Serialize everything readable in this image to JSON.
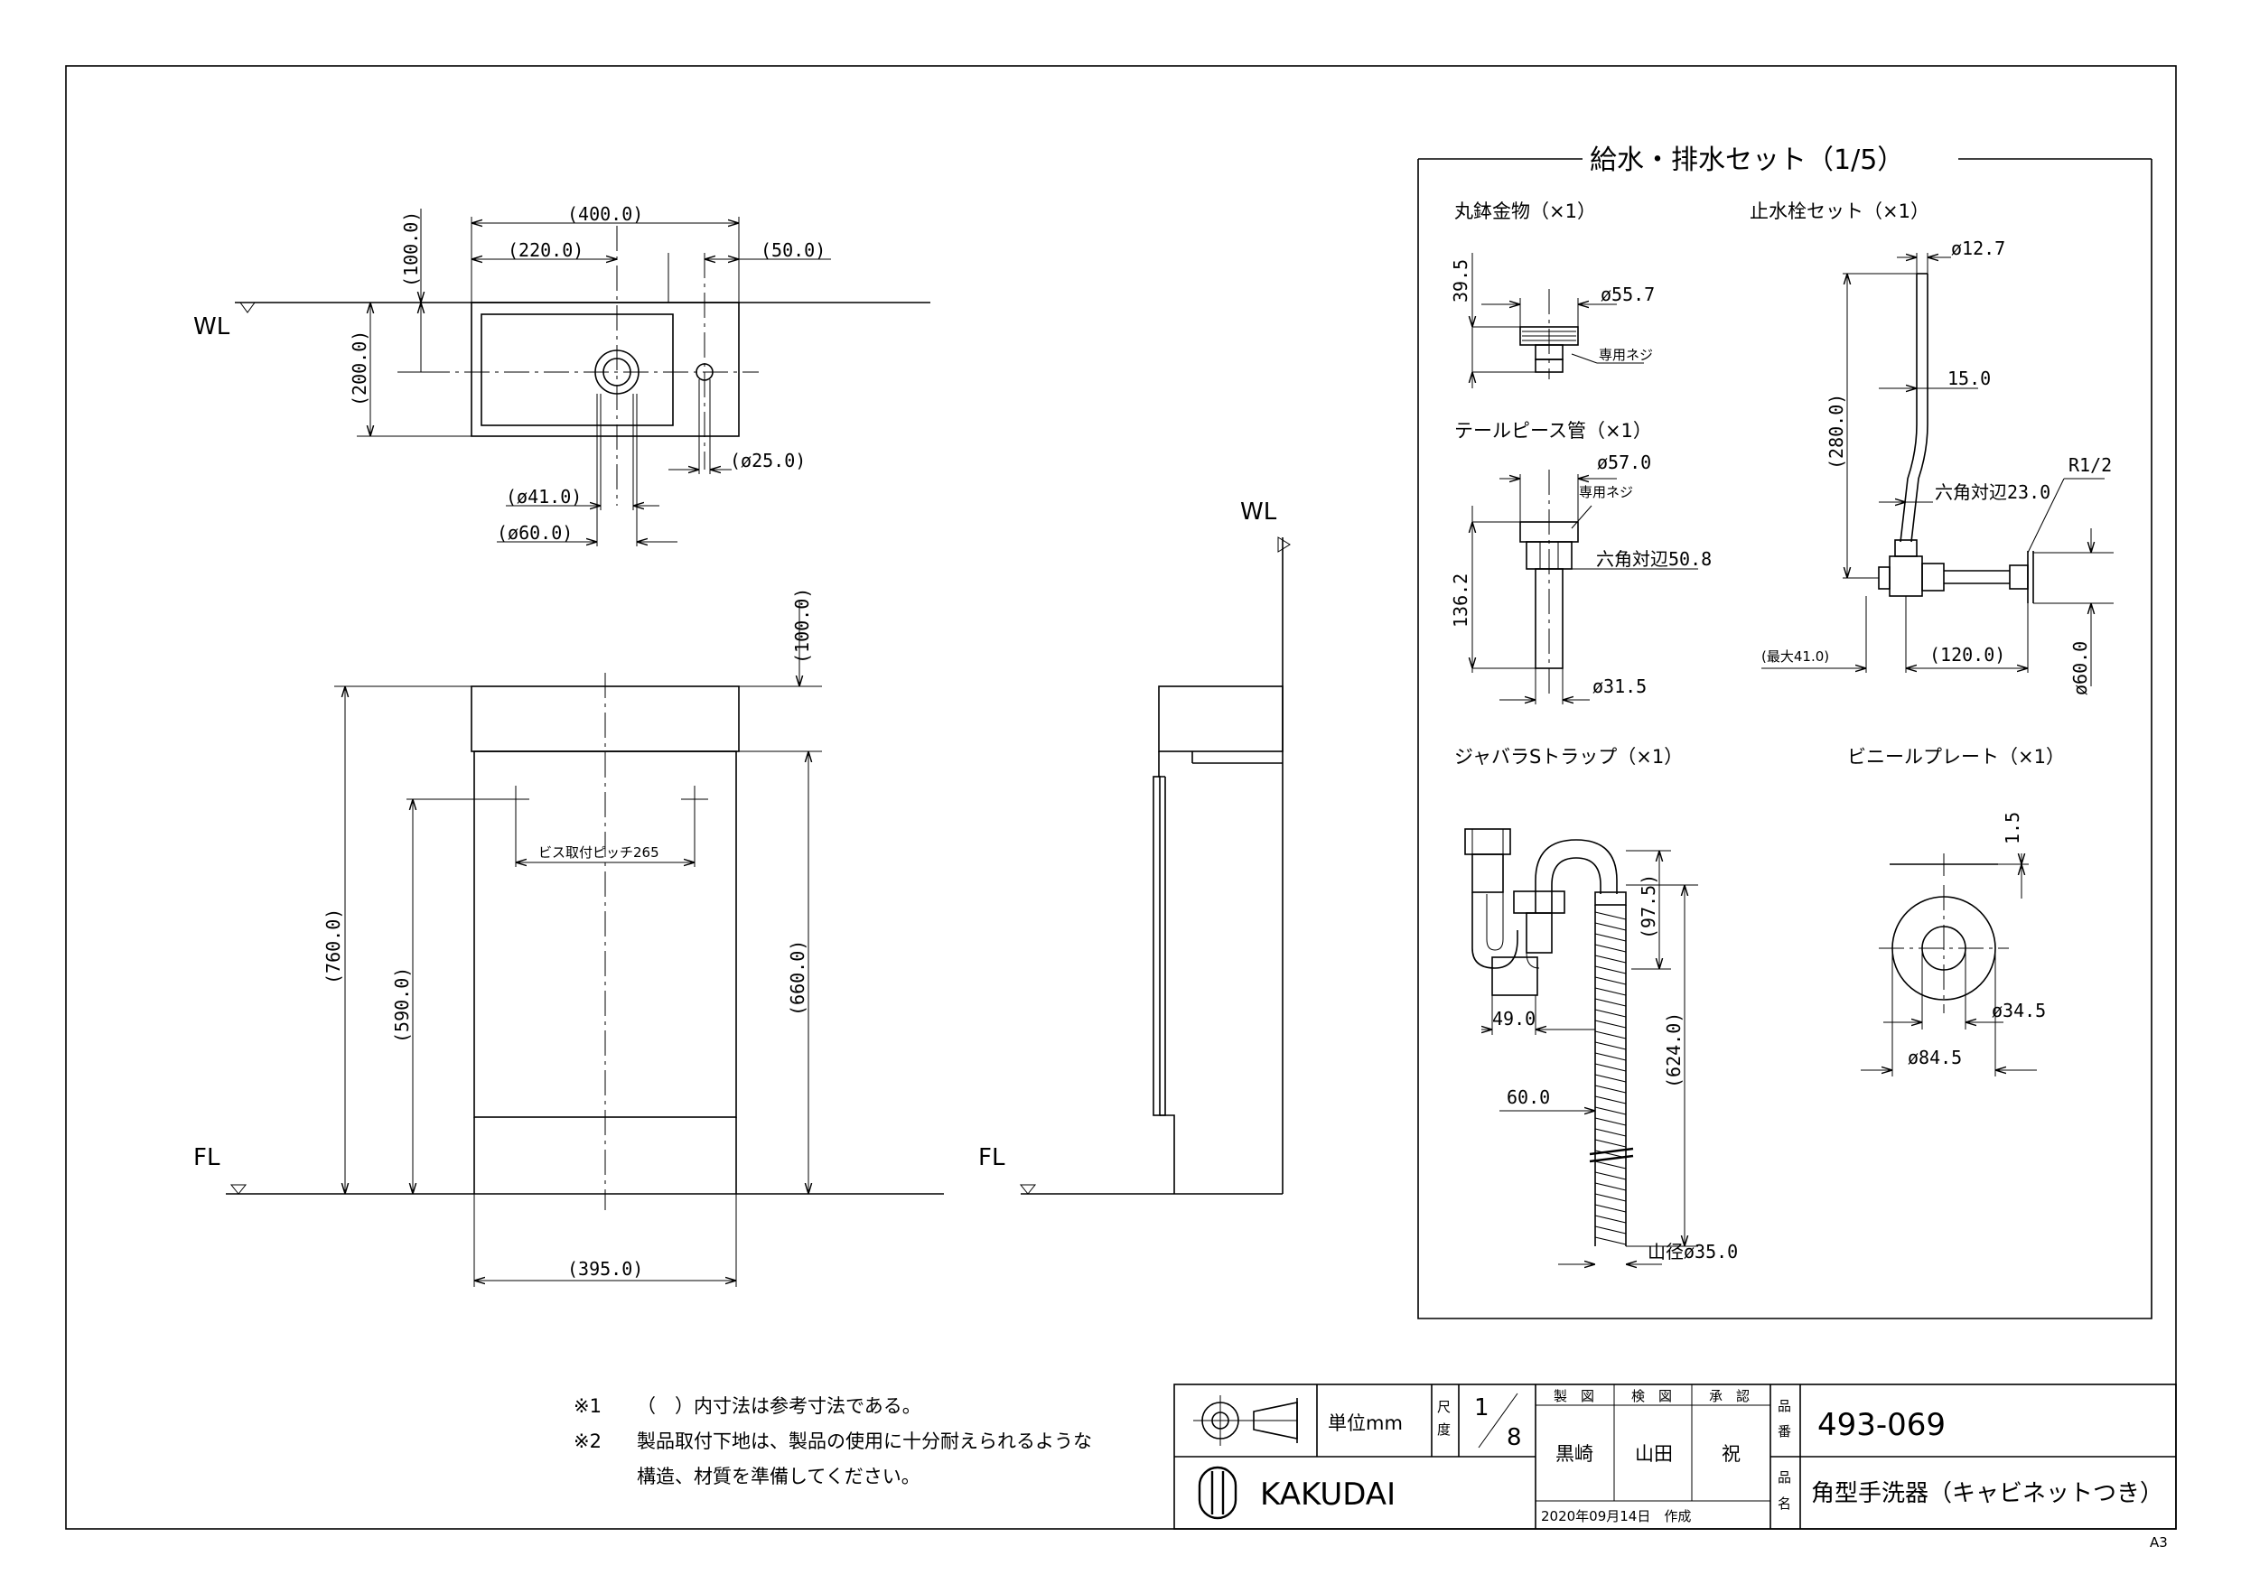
{
  "dims": {
    "top_width": "(400.0)",
    "top_220": "(220.0)",
    "top_50": "(50.0)",
    "top_100": "(100.0)",
    "top_200": "(200.0)",
    "d25": "(ø25.0)",
    "d41": "(ø41.0)",
    "d60": "(ø60.0)",
    "front_100": "(100.0)",
    "h760": "(760.0)",
    "h590": "(590.0)",
    "h660": "(660.0)",
    "w395": "(395.0)",
    "screw_pitch": "ビス取付ピッチ265"
  },
  "levels": {
    "wl": "WL",
    "fl": "FL"
  },
  "parts": {
    "title": "給水・排水セット（1/5）",
    "drain": {
      "label": "丸鉢金物（×1）",
      "d": "ø55.7",
      "h": "39.5",
      "note": "専用ネジ"
    },
    "tail": {
      "label": "テールピース管（×1）",
      "d1": "ø57.0",
      "note": "専用ネジ",
      "hex": "六角対辺50.8",
      "h": "136.2",
      "d2": "ø31.5"
    },
    "valve": {
      "label": "止水栓セット（×1）",
      "d": "ø12.7",
      "o15": "15.0",
      "h": "(280.0)",
      "hex": "六角対辺23.0",
      "r": "R1/2",
      "max": "(最大41.0)",
      "w120": "(120.0)",
      "h60": "ø60.0"
    },
    "trap": {
      "label": "ジャバラSトラップ（×1）",
      "h97": "(97.5)",
      "w49": "49.0",
      "w60": "60.0",
      "h624": "(624.0)",
      "d35": "山径ø35.0"
    },
    "plate": {
      "label": "ビニールプレート（×1）",
      "t": "1.5",
      "d1": "ø34.5",
      "d2": "ø84.5"
    }
  },
  "notes": {
    "n1_mark": "※1",
    "n1": "（　）内寸法は参考寸法である。",
    "n2_mark": "※2",
    "n2a": "製品取付下地は、製品の使用に十分耐えられるような",
    "n2b": "構造、材質を準備してください。"
  },
  "titleblock": {
    "unit": "単位mm",
    "scale_label_1": "尺",
    "scale_label_2": "度",
    "scale_num": "1",
    "scale_den": "8",
    "drawn_label": "製　図",
    "checked_label": "検　図",
    "approved_label": "承　認",
    "drawn": "黒崎",
    "checked": "山田",
    "approved": "祝",
    "date": "2020年09月14日　作成",
    "hin_label_1": "品",
    "hin_label_2": "番",
    "mei_label_1": "品",
    "mei_label_2": "名",
    "part_no": "493-069",
    "product": "角型手洗器（キャビネットつき）",
    "brand": "KAKUDAI",
    "sheet": "A3"
  }
}
